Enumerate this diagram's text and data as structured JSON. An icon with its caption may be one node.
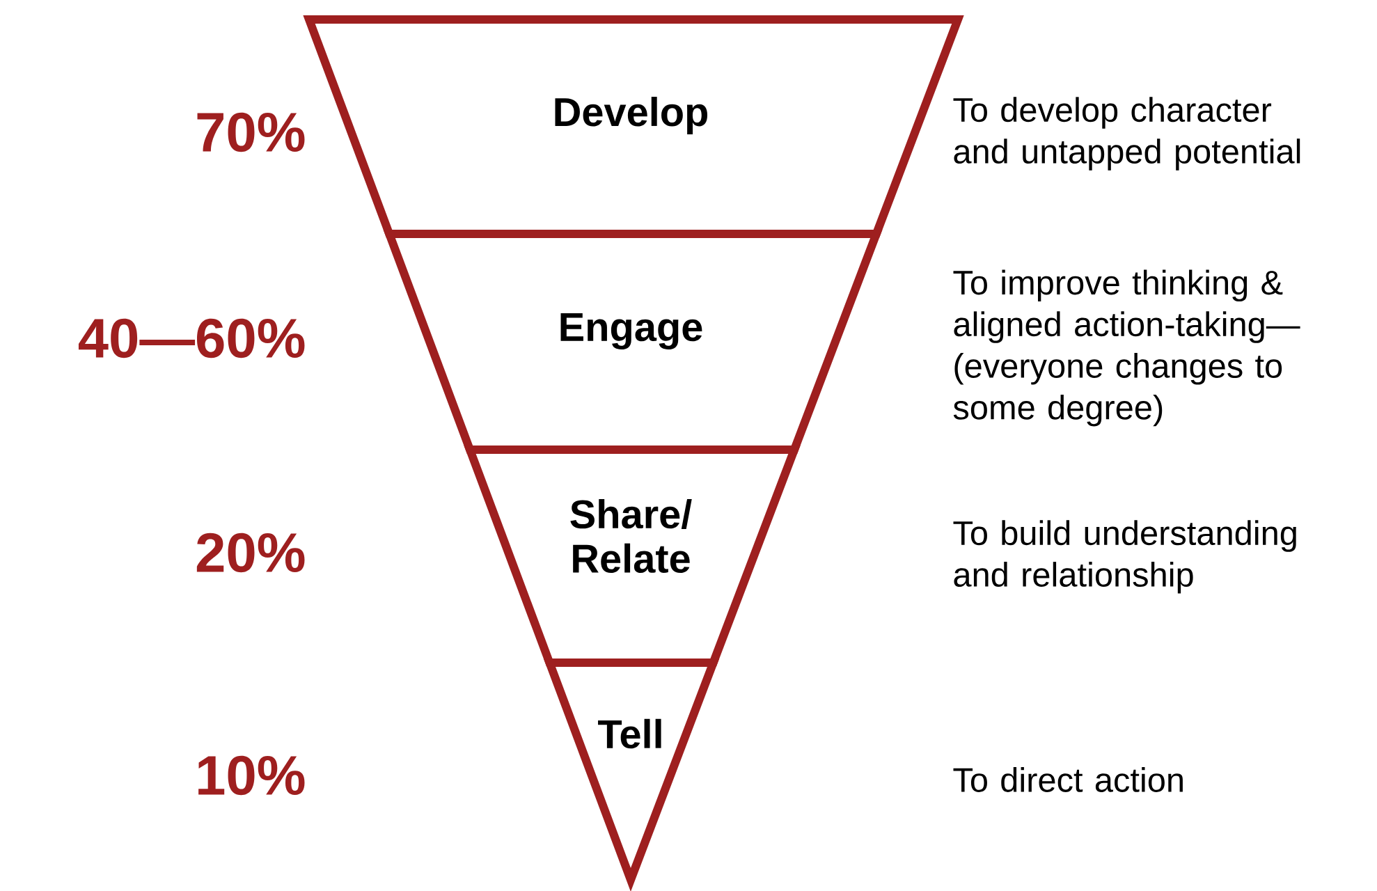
{
  "diagram": {
    "nodes": [
      {
        "text": [
          "Develop"
        ]
      },
      {
        "text": [
          "Engage"
        ]
      },
      {
        "text": [
          "Share/ Relate"
        ]
      },
      {
        "text": [
          "Tell"
        ]
      }
    ],
    "labels": [
      "70%",
      "To develop character and untapped potential",
      "40—60%",
      "To improve thinking & aligned action-taking— (everyone changes to some degree)",
      "20%",
      "To build understanding and relationship",
      "10%",
      "To direct action"
    ]
  }
}
